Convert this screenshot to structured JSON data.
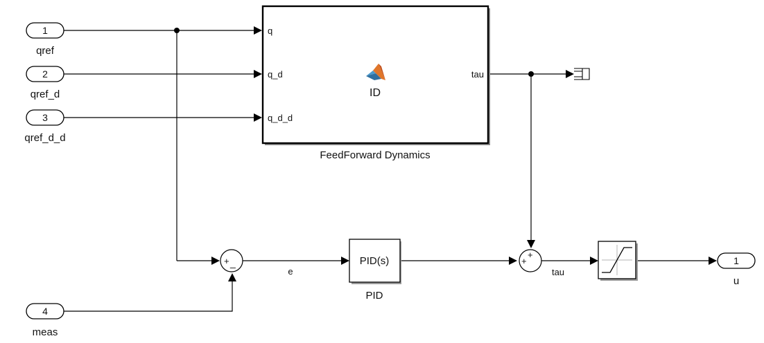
{
  "ports": {
    "in1": {
      "number": "1",
      "name": "qref"
    },
    "in2": {
      "number": "2",
      "name": "qref_d"
    },
    "in3": {
      "number": "3",
      "name": "qref_d_d"
    },
    "in4": {
      "number": "4",
      "name": "meas"
    },
    "out1": {
      "number": "1",
      "name": "u"
    }
  },
  "ff_block": {
    "name": "FeedForward Dynamics",
    "function": "ID",
    "inputs": [
      "q",
      "q_d",
      "q_d_d"
    ],
    "output": "tau",
    "icon": "matlab-logo-icon"
  },
  "pid_block": {
    "label": "PID(s)",
    "name": "PID"
  },
  "sum1": {
    "signs": [
      "+",
      "_"
    ]
  },
  "sum2": {
    "signs": [
      "+",
      "+"
    ]
  },
  "saturation": {
    "icon": "saturation-icon"
  },
  "signals": {
    "error": "e",
    "torque": "tau"
  },
  "terminator": {
    "icon": "terminator-icon"
  }
}
